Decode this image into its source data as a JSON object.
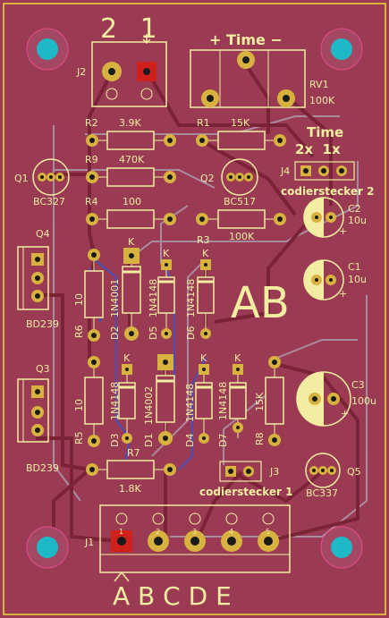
{
  "board": {
    "title": "AB",
    "colors": {
      "board": "#9a3a53",
      "edge": "#d8b23e",
      "silk": "#f2eda1",
      "copper_dark": "#7a2236",
      "pad_yellow": "#d8b23e",
      "pad_red": "#d0201b",
      "via_cyan": "#1eb8c6",
      "hole": "#1a1a1a",
      "trace_grey": "#a8a8b8",
      "fab_pink": "#e64b8e"
    }
  },
  "labels": {
    "j2_pins": "2 1",
    "j2": "J2",
    "time_pot": "+ Time −",
    "rv1": "RV1",
    "rv1_val": "100K",
    "r2": "R2",
    "r2_val": "3.9K",
    "r1": "R1",
    "r1_val": "15K",
    "r9": "R9",
    "r9_val": "470K",
    "time": "Time",
    "time_opts": "2x  1x",
    "j4": "J4",
    "codierstecker2": "codierstecker 2",
    "q1": "Q1",
    "q1_val": "BC327",
    "q2": "Q2",
    "q2_val": "BC517",
    "r4": "R4",
    "r4_val": "100",
    "r3": "R3",
    "r3_val": "100K",
    "c2": "C2",
    "c2_val": "10u",
    "c1": "C1",
    "c1_val": "10u",
    "q4": "Q4",
    "q4_val": "BD239",
    "r6": "R6",
    "r6_val": "10",
    "d2": "D2",
    "d2_val": "1N4001",
    "d5": "D5",
    "d5_val": "1N4148",
    "d6": "D6",
    "d6_val": "1N4148",
    "q3": "Q3",
    "q3_val": "BD239",
    "r5": "R5",
    "r5_val": "10",
    "d3": "D3",
    "d3_val": "1N4148",
    "d1": "D1",
    "d1_val": "1N4002",
    "d4": "D4",
    "d4_val": "1N4148",
    "d7": "D7",
    "d7_val": "1N4148",
    "r8": "R8",
    "r8_val": "15K",
    "c3": "C3",
    "c3_val": "100u",
    "r7": "R7",
    "r7_val": "1.8K",
    "j3": "J3",
    "codierstecker1": "codierstecker 1",
    "q5": "Q5",
    "q5_val": "BC337",
    "j1": "J1",
    "j1_pins": "A B C D E",
    "k": "K",
    "n1": "1",
    "n2": "2",
    "n3": "3",
    "n4": "4",
    "n5": "5",
    "plus": "+"
  }
}
